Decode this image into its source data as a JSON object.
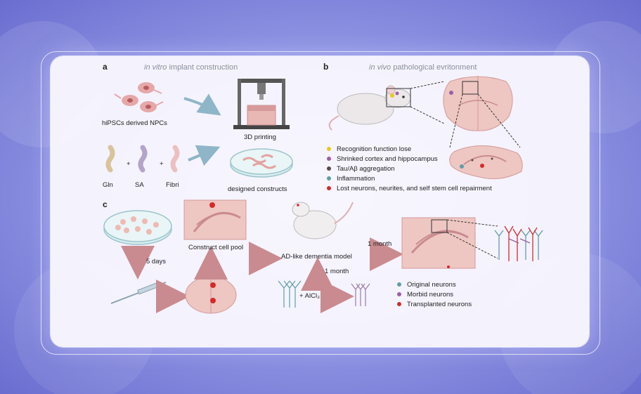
{
  "panel_a": {
    "letter": "a",
    "title_italic": "in vitro",
    "title_rest": " implant construction",
    "npc_label": "hiPSCs derived NPCs",
    "printing_label": "3D printing",
    "materials": [
      "Gln",
      "SA",
      "Fibri"
    ],
    "plus": "+",
    "constructs_label": "designed constructs"
  },
  "panel_b": {
    "letter": "b",
    "title_italic": "in vivo",
    "title_rest": " pathological evritonment",
    "legend": [
      {
        "text": "Recognition function lose",
        "color": "#e8c81e"
      },
      {
        "text": "Shrinked cortex and hippocampus",
        "color": "#9b5fa6"
      },
      {
        "text": "Tau/Aβ aggregation",
        "color": "#5a4a4a"
      },
      {
        "text": "Inflammation",
        "color": "#5f9ea8"
      },
      {
        "text": "Lost neurons, neurites, and self stem cell repairment",
        "color": "#d42a2a"
      }
    ]
  },
  "panel_c": {
    "letter": "c",
    "days_label": "5 days",
    "pool_label": "Construct cell pool",
    "model_label": "AD-like dementia model",
    "month_label_1": "1 month",
    "month_label_2": "1 month",
    "plus_alcl": "+ AlCl₃",
    "legend": [
      {
        "text": "Original neurons",
        "color": "#5f9ea8"
      },
      {
        "text": "Morbid neurons",
        "color": "#9b5fa6"
      },
      {
        "text": "Transplanted neurons",
        "color": "#d42a2a"
      }
    ]
  },
  "colors": {
    "arrow": "#c98b90",
    "arrow_blue": "#8fb5c9",
    "tissue": "#e8b8b4"
  }
}
